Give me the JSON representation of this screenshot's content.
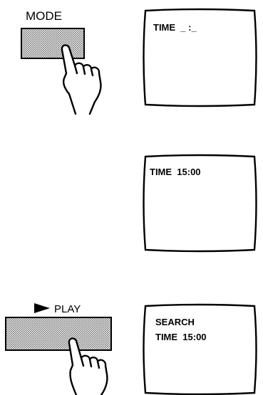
{
  "step1": {
    "button_label": "MODE",
    "screen_text": "TIME  _ :_"
  },
  "step2": {
    "screen_text": "TIME  15:00"
  },
  "step3": {
    "button_label": "PLAY",
    "play_icon": "play-triangle-icon",
    "screen_line1": "SEARCH",
    "screen_line2": "TIME  15:00"
  },
  "colors": {
    "ink": "#000000",
    "button_fill": "#bdbdbd",
    "paper": "#ffffff"
  }
}
